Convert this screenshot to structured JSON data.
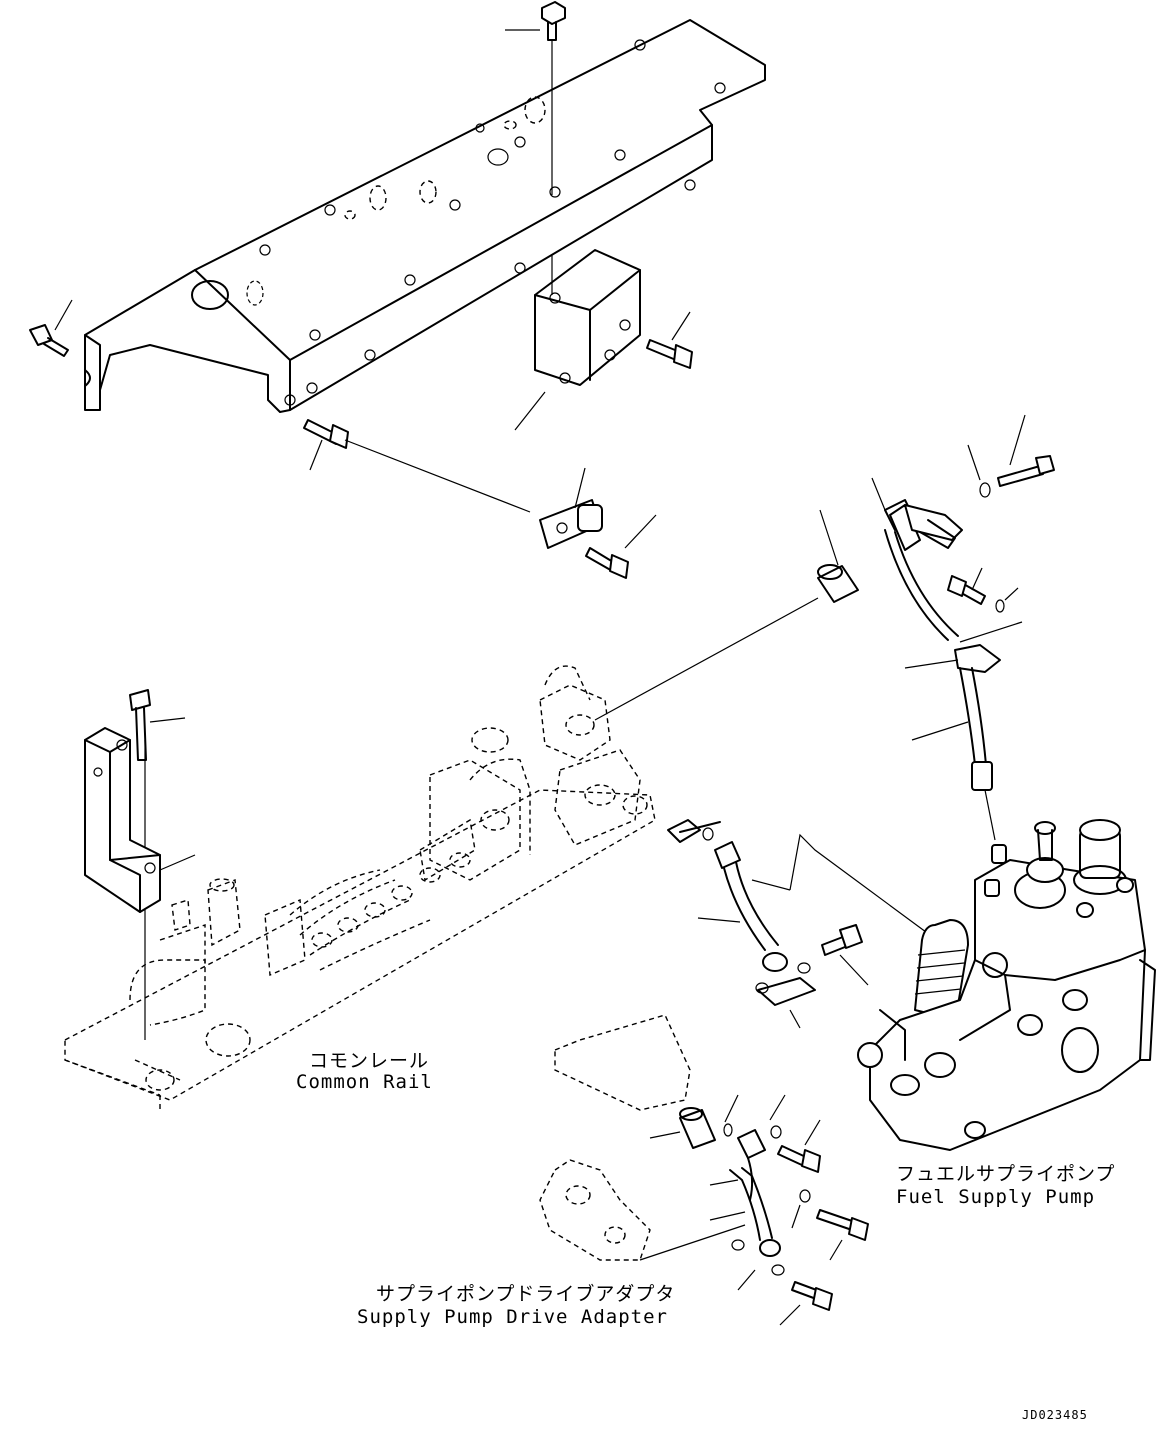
{
  "labels": {
    "common_rail_jp": "コモンレール",
    "common_rail_en": "Common Rail",
    "fuel_pump_jp": "フュエルサプライポンプ",
    "fuel_pump_en": "Fuel Supply Pump",
    "drive_adapter_jp": "サプライポンプドライブアダプタ",
    "drive_adapter_en": "Supply Pump Drive Adapter",
    "drawing_id": "JD023485"
  }
}
